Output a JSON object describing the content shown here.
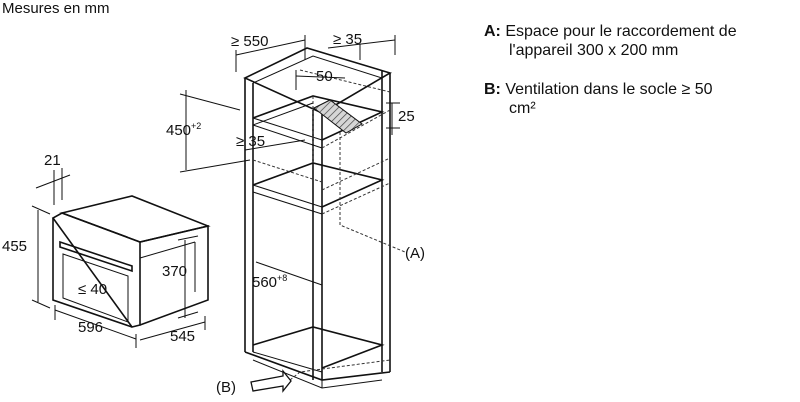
{
  "title": "Mesures en mm",
  "legend": {
    "a_key": "A:",
    "a_line1": "Espace pour le raccordement de",
    "a_line2": "l'appareil 300 x 200 mm",
    "b_key": "B:",
    "b_line1": "Ventilation dans le socle ≥ 50",
    "b_line2": "cm²"
  },
  "dimensions": {
    "d550": "≥ 550",
    "d35_top": "≥ 35",
    "d50": "50",
    "d25": "25",
    "d450": "450",
    "d450_tol": "+2",
    "d35_mid": "≥ 35",
    "d21": "21",
    "d455": "455",
    "d370": "370",
    "d40": "≤ 40",
    "d596": "596",
    "d545": "545",
    "d560": "560",
    "d560_tol": "+8"
  },
  "markers": {
    "a": "(A)",
    "b": "(B)"
  }
}
